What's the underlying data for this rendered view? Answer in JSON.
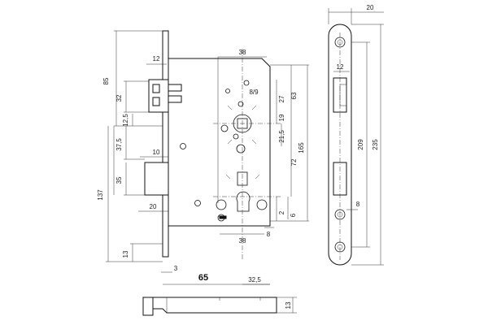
{
  "drawing": {
    "labels": {
      "d85": "85",
      "d32": "32",
      "d12_5": "12,5",
      "d37_5": "37,5",
      "d35": "35",
      "d137": "137",
      "d13_left": "13",
      "d12_top": "12",
      "d10": "10",
      "d20_bolt": "20",
      "d3": "3",
      "d65": "65",
      "d32_5": "32,5",
      "d38_top": "38",
      "d8_9": "8/9",
      "d27": "27",
      "d63": "63",
      "d19": "19",
      "d21_5": "21,5",
      "d165": "165",
      "d72": "72",
      "d2": "2",
      "d6": "6",
      "d38_bottom": "38",
      "d8_bottom": "8",
      "d20_face": "20",
      "d12_face": "12",
      "d209": "209",
      "d235": "235",
      "d8_face": "8",
      "d13_side": "13"
    }
  }
}
